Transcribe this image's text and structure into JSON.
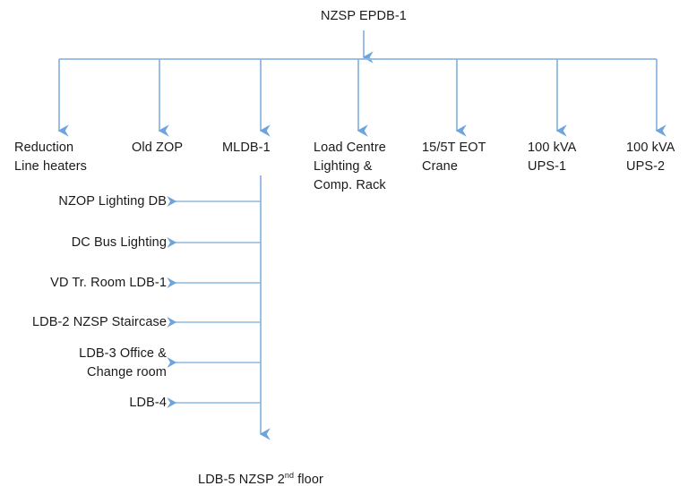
{
  "diagram": {
    "title": "NZSP EPDB-1 electrical distribution single-line diagram",
    "colors": {
      "wire": "#8FB8E0",
      "wire_dark": "#6FA3DC",
      "text": "#1a1a1a",
      "background": "#ffffff"
    },
    "root": {
      "label": "NZSP EPDB-1"
    },
    "bus_feeders": [
      {
        "label": "Reduction\nLine heaters"
      },
      {
        "label": "Old ZOP"
      },
      {
        "label": "MLDB-1"
      },
      {
        "label": "Load Centre\nLighting &\nComp. Rack"
      },
      {
        "label": "15/5T EOT\nCrane"
      },
      {
        "label": "100 kVA\nUPS-1"
      },
      {
        "label": "100 kVA\nUPS-2"
      }
    ],
    "mldb_branches": [
      {
        "label": "NZOP Lighting DB"
      },
      {
        "label": "DC Bus Lighting"
      },
      {
        "label": "VD Tr. Room LDB-1"
      },
      {
        "label": "LDB-2 NZSP Staircase"
      },
      {
        "label": "LDB-3 Office &\nChange room"
      },
      {
        "label": "LDB-4"
      }
    ],
    "mldb_terminal": {
      "prefix": "LDB-5 NZSP 2",
      "superscript": "nd",
      "suffix": " floor"
    }
  }
}
